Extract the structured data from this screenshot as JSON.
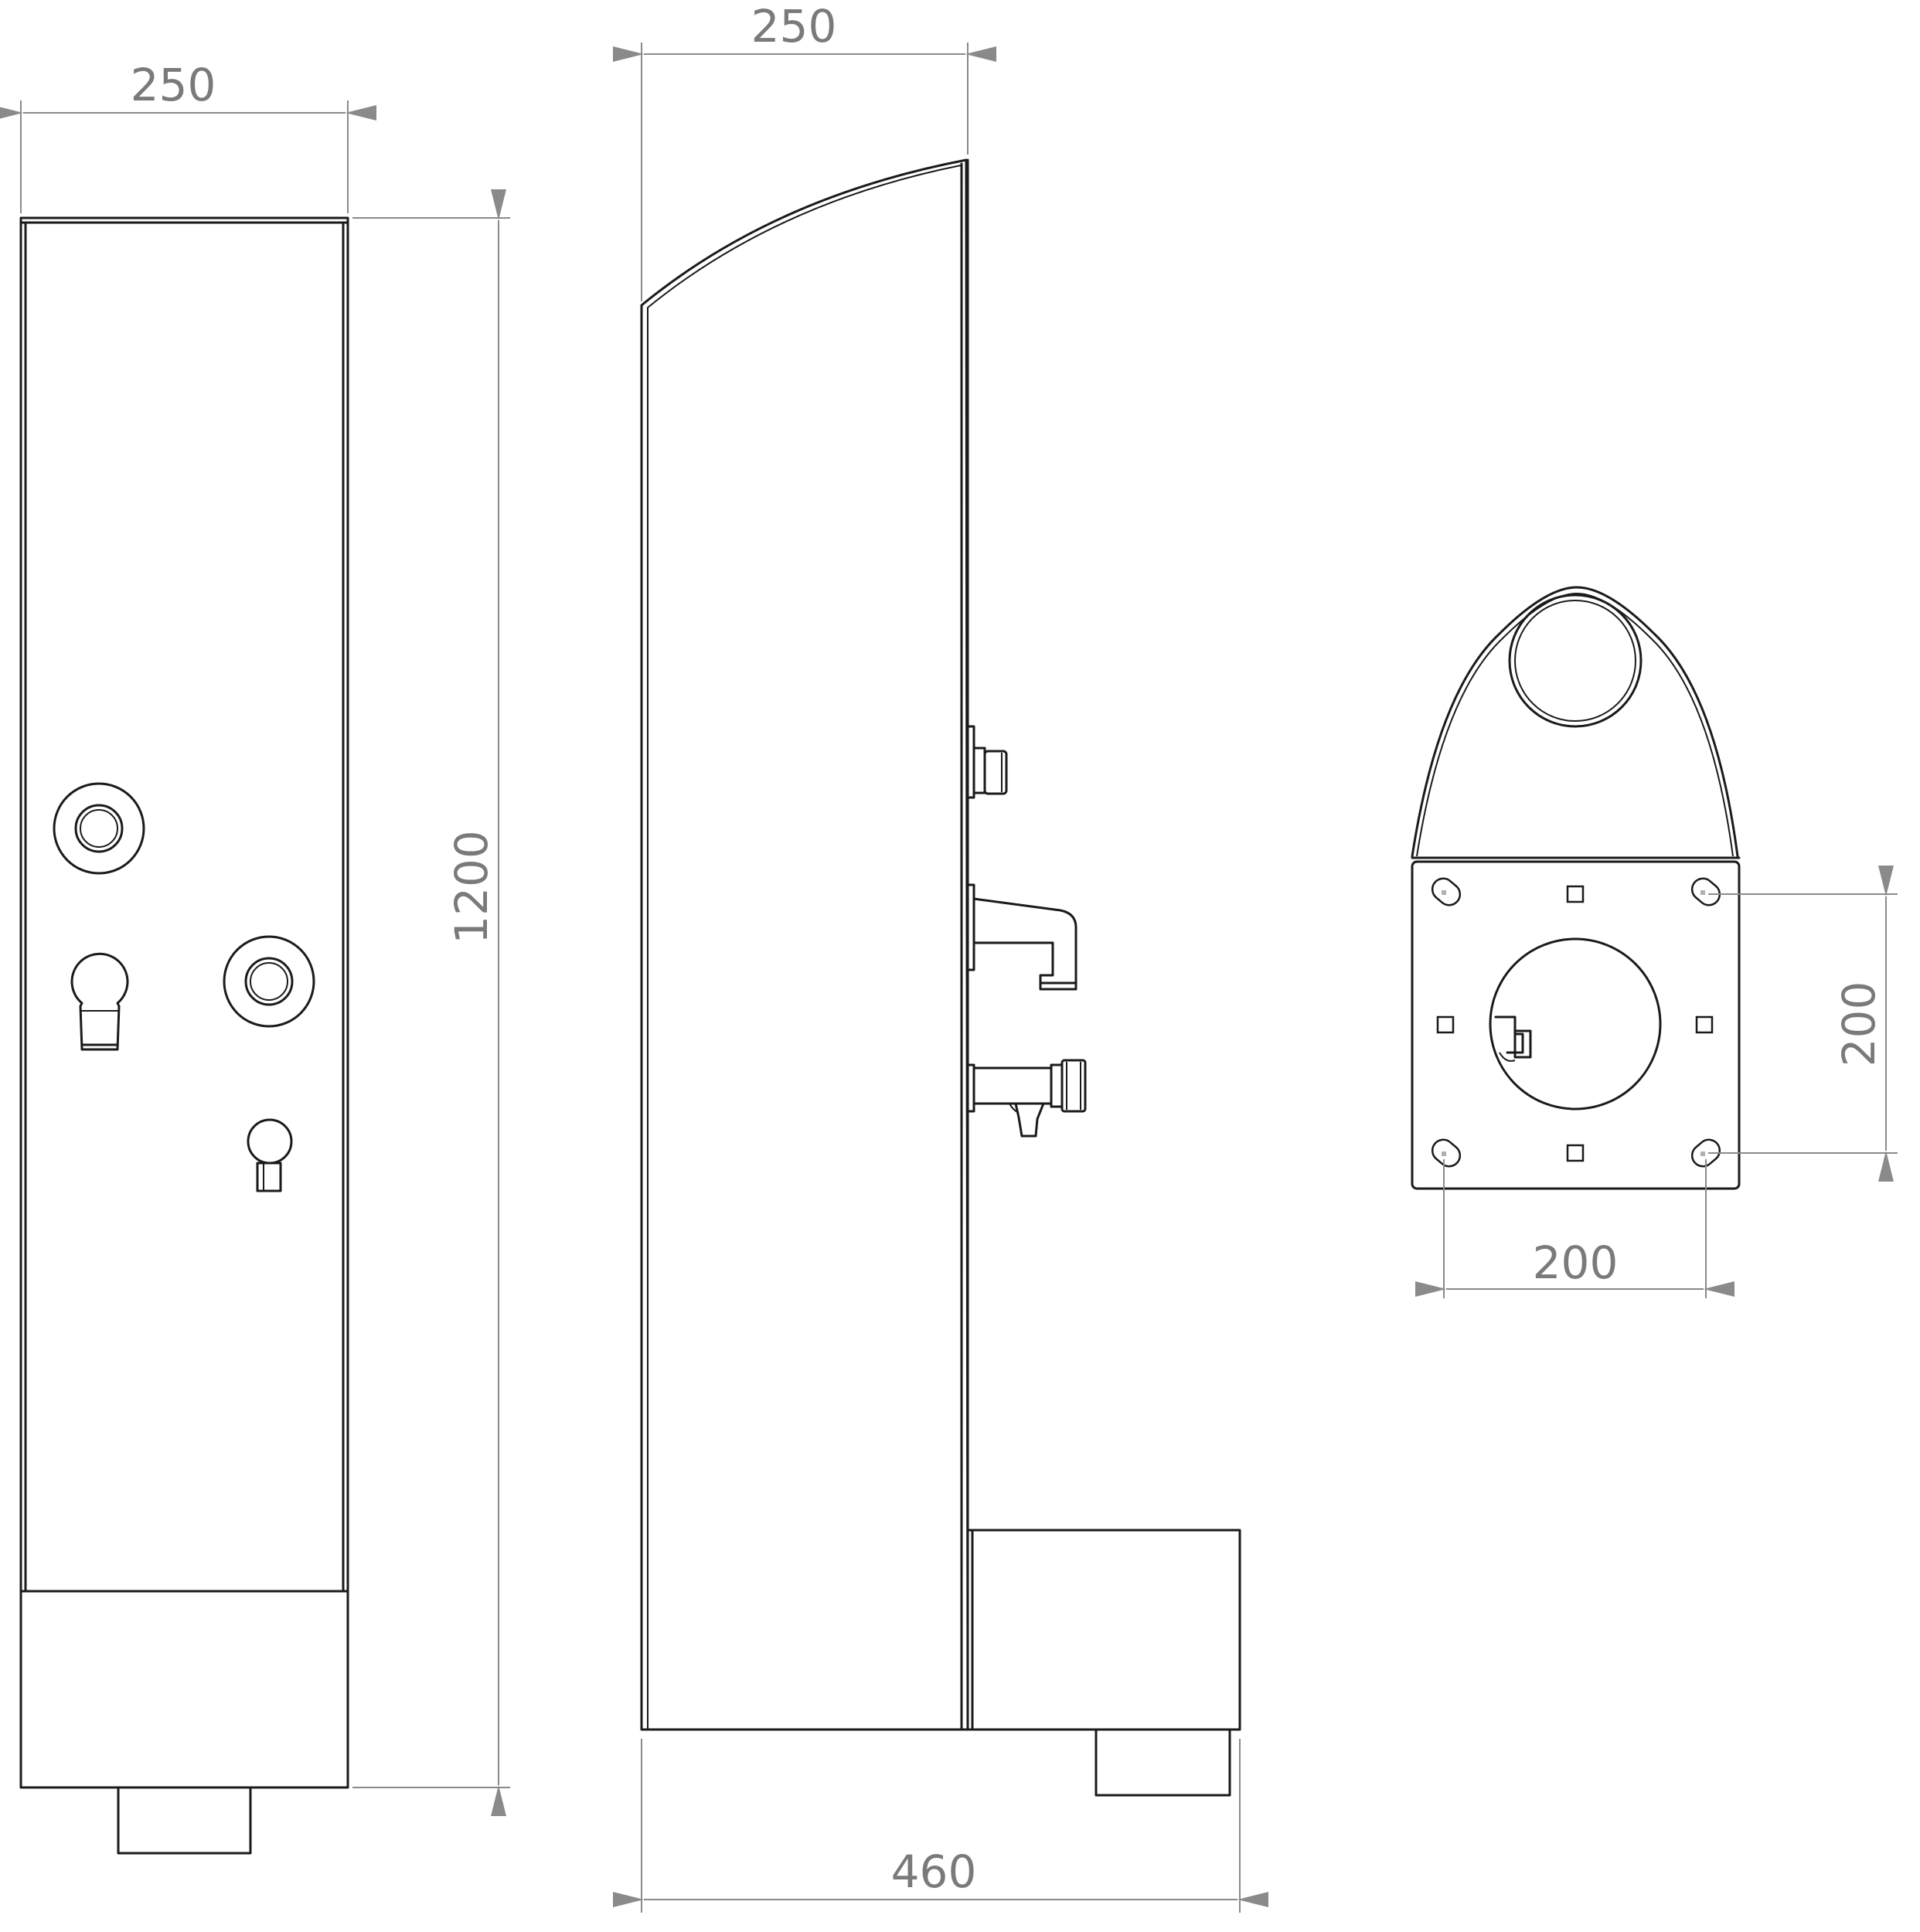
{
  "drawing": {
    "views": [
      "front-view",
      "side-view",
      "top-view"
    ],
    "colors": {
      "outline": "#1a1a1a",
      "dimension": "#8a8a8a",
      "dimension_text": "#7a7a7a",
      "background": "#ffffff"
    }
  },
  "dimensions": {
    "front_width": "250",
    "front_height": "1200",
    "side_width": "250",
    "side_depth": "460",
    "top_hole_spacing_vertical": "200",
    "top_hole_spacing_horizontal": "200"
  }
}
